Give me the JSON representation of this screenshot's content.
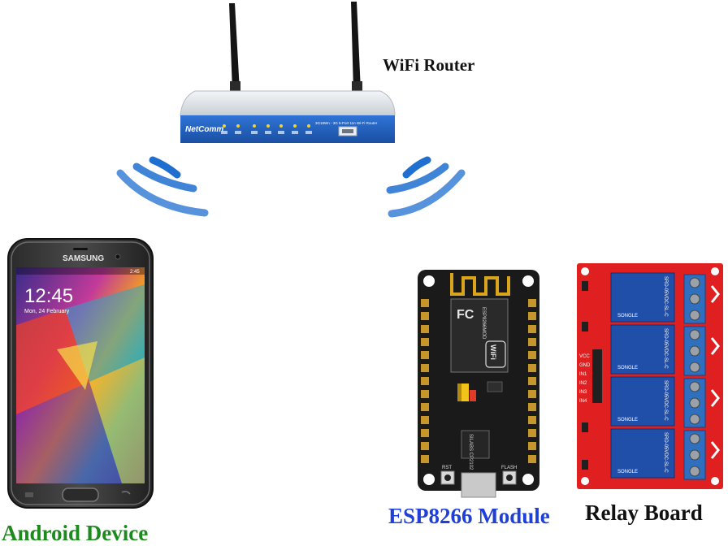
{
  "labels": {
    "router": "WiFi Router",
    "android": "Android Device",
    "esp": "ESP8266 Module",
    "relay": "Relay Board"
  },
  "router": {
    "brand": "NetComm",
    "model": "3G18Wn - 3G 5-Port 11n Wi-Fi Router"
  },
  "phone": {
    "brand": "SAMSUNG",
    "time": "12:45",
    "date": "Mon, 24 February",
    "status_time": "2:45"
  },
  "esp": {
    "wifi_text": "WiFi",
    "chip": "SILABS CP2102",
    "rst": "RST",
    "flash": "FLASH",
    "module": "ESP8266MOD"
  },
  "relay": {
    "model": "SRD-05VDC-SL-C",
    "brand": "SONGLE",
    "pins": [
      "VCC",
      "GND",
      "IN1",
      "IN2",
      "IN3",
      "IN4"
    ]
  },
  "colors": {
    "android_label": "#1c8a1c",
    "esp_label": "#1f3fd6",
    "wifi_waves": "#1e6fd0",
    "router_front": "#1f5fbf",
    "relay_board": "#e02020",
    "relay_module": "#1f4fa8",
    "esp_board": "#1a1a1a"
  }
}
